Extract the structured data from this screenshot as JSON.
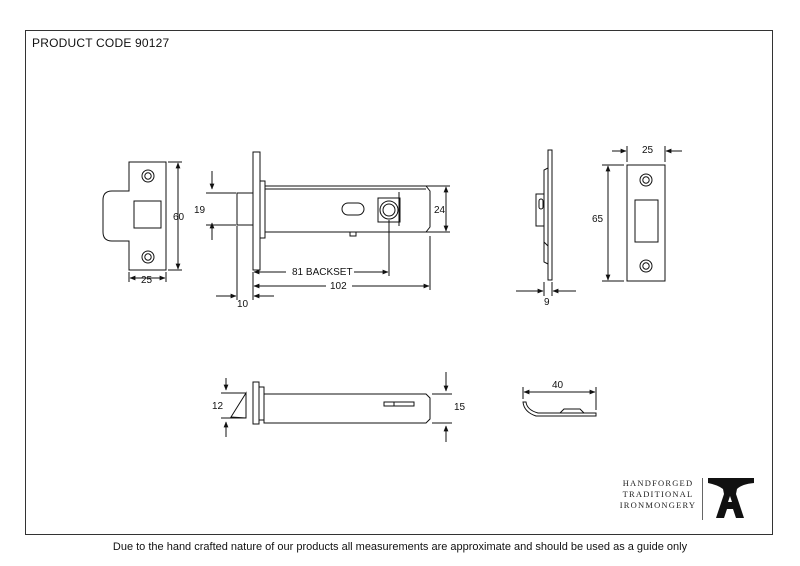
{
  "header": {
    "product_code": "PRODUCT CODE 90127"
  },
  "dimensions": {
    "front_plate_height": "60",
    "front_plate_width": "25",
    "tube_diameter": "19",
    "case_height": "24",
    "backset": "81 BACKSET",
    "overall_length": "102",
    "plate_offset": "10",
    "side_depth": "9",
    "strike_width": "25",
    "strike_height": "65",
    "latch_bolt": "12",
    "bolt_body": "15",
    "strike_lip": "40"
  },
  "brand": {
    "line1": "HANDFORGED",
    "line2": "TRADITIONAL",
    "line3": "IRONMONGERY"
  },
  "footer": {
    "disclaimer": "Due to the hand crafted nature of our products all measurements are approximate and should be used as a guide only"
  }
}
